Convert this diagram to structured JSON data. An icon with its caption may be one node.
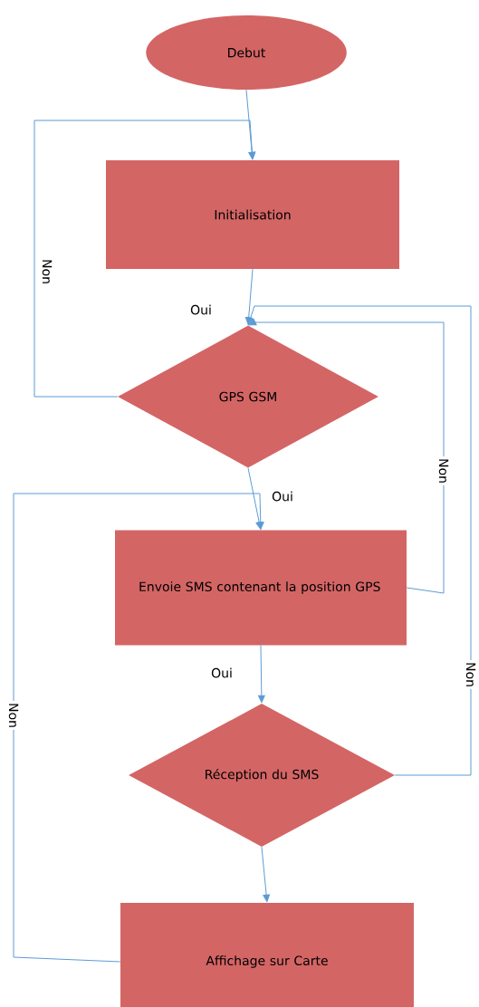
{
  "diagram": {
    "nodes": [
      {
        "text": [
          "Debut"
        ]
      },
      {
        "text": [
          "Initialisation"
        ]
      },
      {
        "text": [
          "GPS GSM"
        ]
      },
      {
        "text": [
          "Envoie SMS contenant la position GPS"
        ]
      },
      {
        "text": [
          "Réception du SMS"
        ]
      },
      {
        "text": [
          "Affichage sur Carte"
        ]
      }
    ],
    "edges": [
      {
        "from": 0,
        "to": 1,
        "arrow": "to"
      },
      {
        "from": 1,
        "to": 2,
        "arrow": "to",
        "label": "Oui"
      },
      {
        "from": 2,
        "to": 1,
        "arrow": "to",
        "label": "Non"
      },
      {
        "from": 2,
        "to": 3,
        "arrow": "to",
        "label": "Oui"
      },
      {
        "from": 3,
        "to": 2,
        "arrow": "to",
        "label": "Non"
      },
      {
        "from": 3,
        "to": 4,
        "arrow": "to",
        "label": "Oui"
      },
      {
        "from": 4,
        "to": 2,
        "arrow": "to",
        "label": "Non"
      },
      {
        "from": 4,
        "to": 5,
        "arrow": "to"
      },
      {
        "from": 5,
        "to": 3,
        "arrow": "to",
        "label": "Non"
      }
    ]
  }
}
